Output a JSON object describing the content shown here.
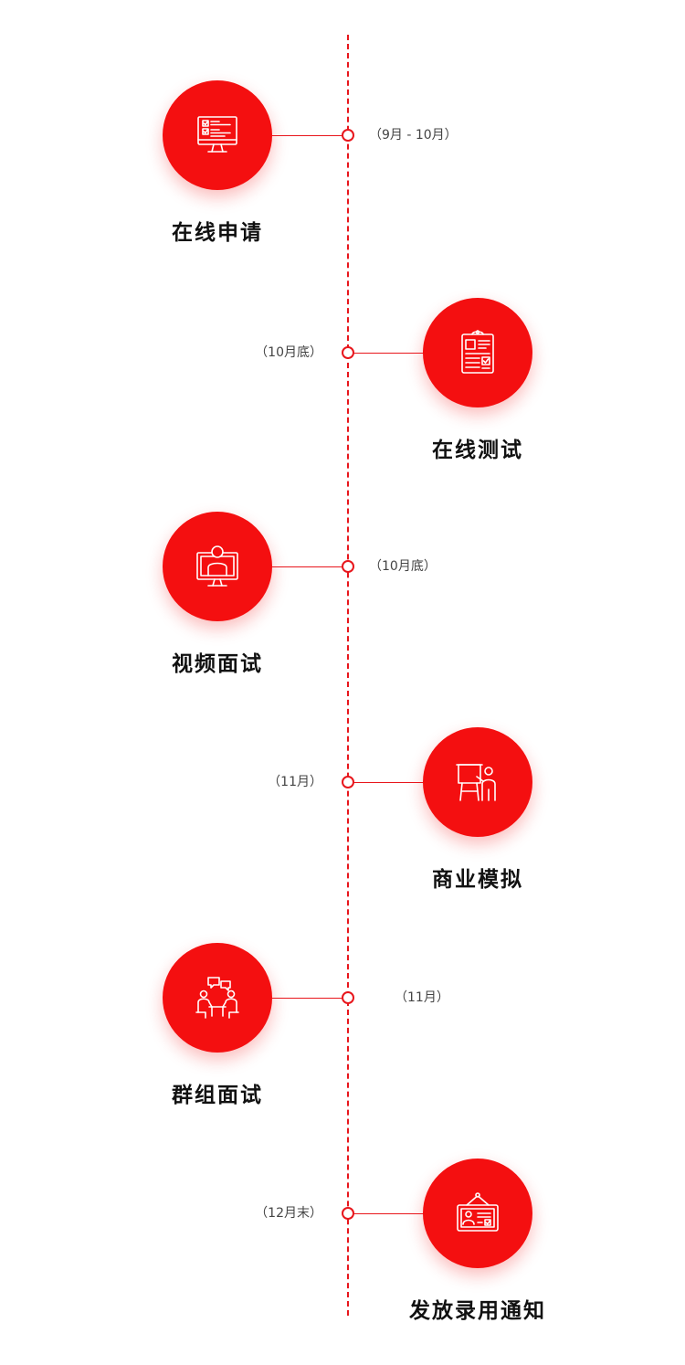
{
  "colors": {
    "accent": "#f40f10",
    "line": "#e8161c",
    "title_text": "#111111",
    "date_text": "#444444"
  },
  "steps": [
    {
      "title": "在线申请",
      "date": "（9月 - 10月）",
      "icon": "computer-checklist-icon",
      "side": "left"
    },
    {
      "title": "在线测试",
      "date": "（10月底）",
      "icon": "clipboard-test-icon",
      "side": "right"
    },
    {
      "title": "视频面试",
      "date": "（10月底）",
      "icon": "video-call-monitor-icon",
      "side": "left"
    },
    {
      "title": "商业模拟",
      "date": "（11月）",
      "icon": "presentation-board-icon",
      "side": "right"
    },
    {
      "title": "群组面试",
      "date": "（11月）",
      "icon": "group-discussion-icon",
      "side": "left"
    },
    {
      "title": "发放录用通知",
      "date": "（12月末）",
      "icon": "offer-notice-board-icon",
      "side": "right"
    }
  ]
}
